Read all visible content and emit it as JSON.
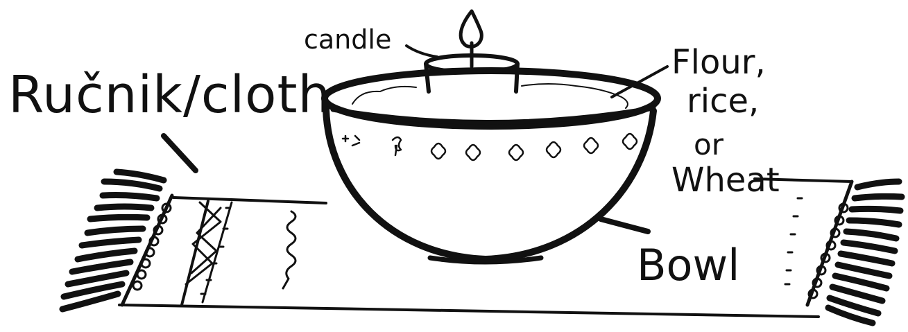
{
  "labels": {
    "cloth": "Ručnik/cloth",
    "candle": "candle",
    "flour_line1": "Flour,",
    "flour_line2": "rice,",
    "flour_line3": "or",
    "flour_line4": "Wheat",
    "bowl": "Bowl"
  },
  "colors": {
    "ink": "#111111",
    "background": "#ffffff"
  }
}
